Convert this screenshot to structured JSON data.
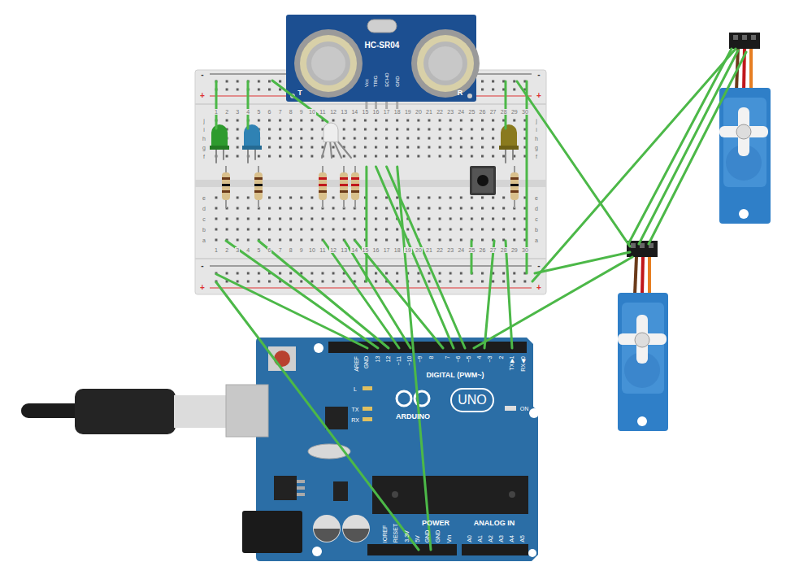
{
  "diagram": {
    "nodes": [
      {
        "text": [
          "HC-SR04",
          "Vcc",
          "TRIG",
          "ECHO",
          "GND",
          "T",
          "R"
        ]
      },
      {
        "text": [
          "AREF",
          "GND",
          "13",
          "12",
          "~11",
          "~10",
          "~9",
          "8",
          "7",
          "~6",
          "~5",
          "4",
          "~3",
          "2",
          "TX▶1",
          "RX◀0",
          "DIGITAL (PWM~)",
          "L",
          "TX",
          "RX",
          "UNO",
          "ARDUINO",
          "ON",
          "IOREF",
          "RESET",
          "3.3V",
          "5V",
          "GND",
          "GND",
          "Vin",
          "POWER",
          "ANALOG IN",
          "A0",
          "A1",
          "A2",
          "A3",
          "A4",
          "A5"
        ]
      }
    ],
    "labels": [
      "1",
      "2",
      "3",
      "4",
      "5",
      "6",
      "7",
      "8",
      "9",
      "10",
      "11",
      "12",
      "13",
      "14",
      "15",
      "16",
      "17",
      "18",
      "19",
      "20",
      "21",
      "22",
      "23",
      "24",
      "25",
      "26",
      "27",
      "28",
      "29",
      "30",
      "j",
      "i",
      "h",
      "g",
      "f",
      "j",
      "i",
      "h",
      "g",
      "f",
      "e",
      "d",
      "c",
      "b",
      "a",
      "e",
      "d",
      "c",
      "b",
      "a",
      "1",
      "2",
      "3",
      "4",
      "5",
      "6",
      "7",
      "8",
      "9",
      "10",
      "11",
      "12",
      "13",
      "14",
      "15",
      "16",
      "17",
      "18",
      "19",
      "20",
      "21",
      "22",
      "23",
      "24",
      "25",
      "26",
      "27",
      "28",
      "29",
      "30",
      "-",
      "+",
      "-",
      "+",
      "-",
      "+",
      "-",
      "+"
    ]
  }
}
